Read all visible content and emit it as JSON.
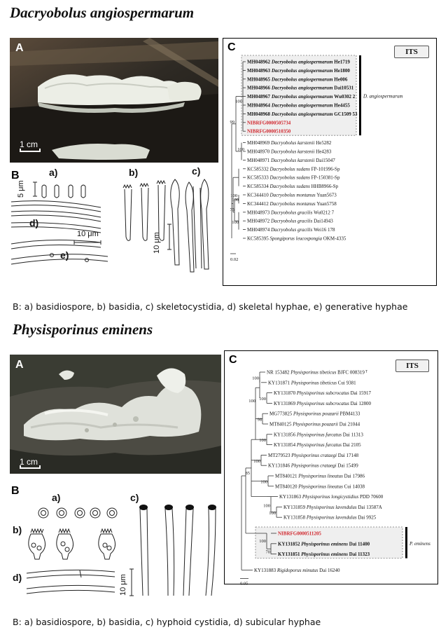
{
  "figure1": {
    "title": "Dacryobolus angiospermarum",
    "photo": {
      "label": "A",
      "scale": "1 cm"
    },
    "drawings": {
      "label": "B",
      "sub_a": "a)",
      "sub_b": "b)",
      "sub_c": "c)",
      "sub_d": "d)",
      "sub_e": "e)",
      "scale_5": "5 μm",
      "scale_10a": "10 μm",
      "scale_10b": "10 μm"
    },
    "tree": {
      "label": "C",
      "badge": "ITS",
      "clade_label": "D. angiospermarum",
      "scale_text": "0.02",
      "bootstraps": [
        "100",
        "99",
        "100",
        "100",
        "100",
        "75",
        "100"
      ],
      "taxa": [
        {
          "acc": "MH048962",
          "name": "Dacryobolus angiospermarum",
          "voucher": "He1719",
          "bold": true,
          "red": false
        },
        {
          "acc": "MH048963",
          "name": "Dacryobolus angiospermarum",
          "voucher": "He1800",
          "bold": true,
          "red": false
        },
        {
          "acc": "MH048965",
          "name": "Dacryobolus angiospermarum",
          "voucher": "He006",
          "bold": true,
          "red": false
        },
        {
          "acc": "MH048966",
          "name": "Dacryobolus angiospermarum",
          "voucher": "Dai10531",
          "bold": true,
          "red": false
        },
        {
          "acc": "MH048967",
          "name": "Dacryobolus angiospermarum",
          "voucher": "Wu0302 2",
          "bold": true,
          "red": false
        },
        {
          "acc": "MH048964",
          "name": "Dacryobolus angiospermarum",
          "voucher": "He4455",
          "bold": true,
          "red": false
        },
        {
          "acc": "MH048968",
          "name": "Dacryobolus angiospermarum",
          "voucher": "GC1509 53",
          "bold": true,
          "red": false
        },
        {
          "acc": "NIBRFG0000505734",
          "name": "",
          "voucher": "",
          "bold": true,
          "red": true
        },
        {
          "acc": "NIBRFG0000510350",
          "name": "",
          "voucher": "",
          "bold": true,
          "red": true
        },
        {
          "acc": "MH048969",
          "name": "Dacryobolus karstenii",
          "voucher": "He5282",
          "bold": false,
          "red": false
        },
        {
          "acc": "MH048970",
          "name": "Dacryobolus karstenii",
          "voucher": "He4283",
          "bold": false,
          "red": false
        },
        {
          "acc": "MH048971",
          "name": "Dacryobolus karstenii",
          "voucher": "Dai15047",
          "bold": false,
          "red": false
        },
        {
          "acc": "KC585332",
          "name": "Dacryobolus sudans",
          "voucher": "FP-101996-Sp",
          "bold": false,
          "red": false
        },
        {
          "acc": "KC585333",
          "name": "Dacryobolus sudans",
          "voucher": "FP-150381-Sp",
          "bold": false,
          "red": false
        },
        {
          "acc": "KC585334",
          "name": "Dacryobolus sudans",
          "voucher": "HHB8966-Sp",
          "bold": false,
          "red": false
        },
        {
          "acc": "KC344410",
          "name": "Dacryobolus montanus",
          "voucher": "Yuan5673",
          "bold": false,
          "red": false
        },
        {
          "acc": "KC344412",
          "name": "Dacryobolus montanus",
          "voucher": "Yuan5758",
          "bold": false,
          "red": false
        },
        {
          "acc": "MH048973",
          "name": "Dacryobolus gracilis",
          "voucher": "Wu0212 7",
          "bold": false,
          "red": false
        },
        {
          "acc": "MH048972",
          "name": "Dacryobolus gracilis",
          "voucher": "Dai14943",
          "bold": false,
          "red": false
        },
        {
          "acc": "MH048974",
          "name": "Dacryobolus gracilis",
          "voucher": "Wei16 178",
          "bold": false,
          "red": false
        },
        {
          "acc": "KC585395",
          "name": "Spongiporus leucospongia",
          "voucher": "OKM-4335",
          "bold": false,
          "red": false
        }
      ]
    },
    "caption": "B: a) basidiospore, b) basidia, c) skeletocystidia, d) skeletal hyphae, e) generative hyphae"
  },
  "figure2": {
    "title": "Physisporinus eminens",
    "photo": {
      "label": "A",
      "scale": "1 cm"
    },
    "drawings": {
      "label": "B",
      "sub_a": "a)",
      "sub_b": "b)",
      "sub_c": "c)",
      "sub_d": "d)",
      "scale_10": "10 μm"
    },
    "tree": {
      "label": "C",
      "badge": "ITS",
      "clade_label": "P. eminens",
      "scale_text": "0.05",
      "bootstraps": [
        "100",
        "100",
        "100",
        "98",
        "100",
        "100",
        "100",
        "85",
        "100",
        "100",
        "100",
        "70"
      ],
      "taxa": [
        {
          "acc": "NR 153482",
          "name": "Physisporinus tibeticus",
          "voucher": "BJFC 008319",
          "sup": "T",
          "bold": false,
          "red": false
        },
        {
          "acc": "KY131871",
          "name": "Physisporinus tibeticus",
          "voucher": "Cui 9381",
          "sup": "",
          "bold": false,
          "red": false
        },
        {
          "acc": "KY131870",
          "name": "Physisporinus subcrocatus",
          "voucher": "Dai 15917",
          "sup": "",
          "bold": false,
          "red": false
        },
        {
          "acc": "KY131869",
          "name": "Physisporinus subcrocatus",
          "voucher": "Dai 12800",
          "sup": "",
          "bold": false,
          "red": false
        },
        {
          "acc": "MG773825",
          "name": "Physisporinus pouzarii",
          "voucher": "PBM4133",
          "sup": "",
          "bold": false,
          "red": false
        },
        {
          "acc": "MT840125",
          "name": "Physisporinus pouzarii",
          "voucher": "Dai 21044",
          "sup": "",
          "bold": false,
          "red": false
        },
        {
          "acc": "KY131856",
          "name": "Physisporinus furcatus",
          "voucher": "Dai 11313",
          "sup": "",
          "bold": false,
          "red": false
        },
        {
          "acc": "KY131854",
          "name": "Physisporinus furcatus",
          "voucher": "Dai 2105",
          "sup": "",
          "bold": false,
          "red": false
        },
        {
          "acc": "MT279523",
          "name": "Physisporinus crataegi",
          "voucher": "Dai 17148",
          "sup": "",
          "bold": false,
          "red": false
        },
        {
          "acc": "KY131846",
          "name": "Physisporinus crataegi",
          "voucher": "Dai 15499",
          "sup": "",
          "bold": false,
          "red": false
        },
        {
          "acc": "MT840121",
          "name": "Physisporinus lineatus",
          "voucher": "Dai 17986",
          "sup": "",
          "bold": false,
          "red": false
        },
        {
          "acc": "MT840120",
          "name": "Physisporinus lineatus",
          "voucher": "Cui 14038",
          "sup": "",
          "bold": false,
          "red": false
        },
        {
          "acc": "KY131863",
          "name": "Physisporinus longicystidius",
          "voucher": "PDD 70600",
          "sup": "",
          "bold": false,
          "red": false
        },
        {
          "acc": "KY131859",
          "name": "Physisporinus lavendulus",
          "voucher": "Dai 13587A",
          "sup": "",
          "bold": false,
          "red": false
        },
        {
          "acc": "KY131858",
          "name": "Physisporinus lavendulus",
          "voucher": "Dai 9925",
          "sup": "",
          "bold": false,
          "red": false
        },
        {
          "acc": "NIBRFG0000511205",
          "name": "",
          "voucher": "",
          "sup": "",
          "bold": true,
          "red": true
        },
        {
          "acc": "KY131852",
          "name": "Physisporinus eminens",
          "voucher": "Dai 11400",
          "sup": "",
          "bold": true,
          "red": false
        },
        {
          "acc": "KY131851",
          "name": "Physisporinus eminens",
          "voucher": "Dai 11323",
          "sup": "",
          "bold": true,
          "red": false
        },
        {
          "acc": "KY131883",
          "name": "Rigidoporus minutus",
          "voucher": "Dai 16240",
          "sup": "",
          "bold": false,
          "red": false
        }
      ]
    },
    "caption": "B: a) basidiospore, b) basidia, c) hyphoid cystidia, d) subicular hyphae"
  }
}
